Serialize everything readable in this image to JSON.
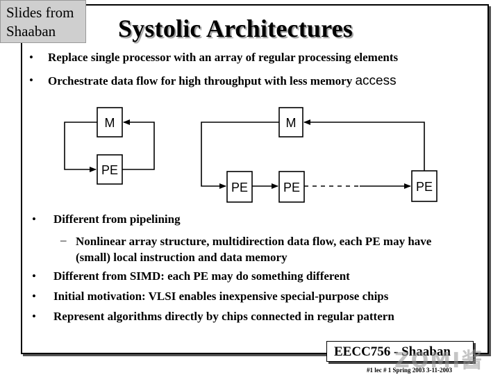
{
  "corner_note": "Slides from\nShaaban",
  "title": "Systolic Architectures",
  "top_bullets": [
    {
      "text": "Replace single processor with an array of regular processing elements"
    },
    {
      "text": "Orchestrate data flow for high throughput with less memory",
      "tail": "access"
    }
  ],
  "diagram": {
    "left": {
      "memory_label": "M",
      "pe_label": "PE"
    },
    "right": {
      "memory_label": "M",
      "pe_labels": [
        "PE",
        "PE",
        "PE"
      ]
    }
  },
  "bottom_bullets": [
    {
      "text": "Different from pipelining"
    },
    {
      "text": "Nonlinear array structure, multidirection data flow, each PE may have (small) local instruction and data memory"
    },
    {
      "text": "Different from SIMD: each PE may do something different"
    },
    {
      "text": "Initial motivation: VLSI enables inexpensive special-purpose chips"
    },
    {
      "text": "Represent algorithms directly by chips connected in regular pattern"
    }
  ],
  "footer": {
    "course": "EECC756 - Shaaban",
    "meta": "#1   lec # 1    Spring 2003   3-11-2003"
  },
  "watermark": "ZOMI酱"
}
